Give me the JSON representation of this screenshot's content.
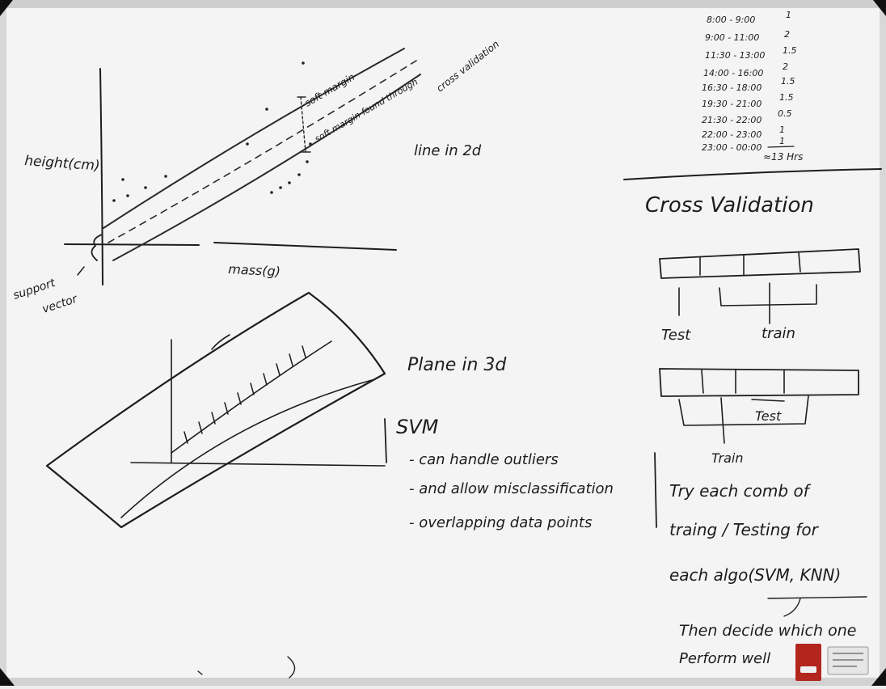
{
  "whiteboard": {
    "schedule": {
      "rows": [
        {
          "time": "8:00 - 9:00",
          "hours": "1"
        },
        {
          "time": "9:00 - 11:00",
          "hours": "2"
        },
        {
          "time": "11:30 - 13:00",
          "hours": "1.5"
        },
        {
          "time": "14:00 - 16:00",
          "hours": "2"
        },
        {
          "time": "16:30 - 18:00",
          "hours": "1.5"
        },
        {
          "time": "19:30 - 21:00",
          "hours": "1.5"
        },
        {
          "time": "21:30 - 22:00",
          "hours": "0.5"
        },
        {
          "time": "22:00 - 23:00",
          "hours": "1"
        },
        {
          "time": "23:00 - 00:00",
          "hours": "1"
        }
      ],
      "total": "≈13 Hrs"
    },
    "svm_2d": {
      "y_axis_label": "height(cm)",
      "x_axis_label": "mass(g)",
      "soft_margin_label": "soft margin",
      "soft_margin_found_label": "soft margin found through",
      "cross_validation_label": "cross validation",
      "support_vector_label_1": "support",
      "support_vector_label_2": "vector",
      "line_caption": "line in 2d"
    },
    "plane_3d": {
      "caption": "Plane in 3d"
    },
    "svm_notes": {
      "title": "SVM",
      "bullets": [
        "- can handle outliers",
        "- and allow misclassification",
        "- overlapping data points"
      ]
    },
    "cross_validation": {
      "title": "Cross Validation",
      "diagram1_test": "Test",
      "diagram1_train": "train",
      "diagram2_test": "Test",
      "diagram2_train": "Train",
      "note_line1": "Try each comb of",
      "note_line2": "traing / Testing for",
      "note_line3": "each algo(SVM, KNN)",
      "note_line4": "Then decide which one",
      "note_line5": "Perform well"
    }
  }
}
